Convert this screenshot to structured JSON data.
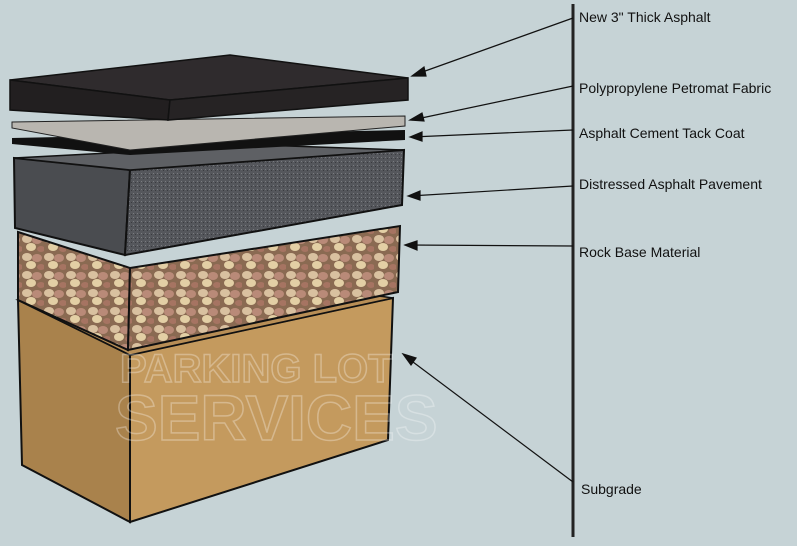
{
  "labels": [
    "New 3\" Thick Asphalt",
    "Polypropylene Petromat Fabric",
    "Asphalt Cement Tack Coat",
    "Distressed Asphalt Pavement",
    "Rock Base Material",
    "Subgrade"
  ],
  "watermark": "PARKING LOT SERVICES",
  "colors": {
    "background": "#c6d3d6",
    "asphalt": "#2b2829",
    "fabric": "#b9b6b0",
    "distressed": "#55575c",
    "rock": "#b08a6a",
    "subgrade": "#c49a5e"
  }
}
